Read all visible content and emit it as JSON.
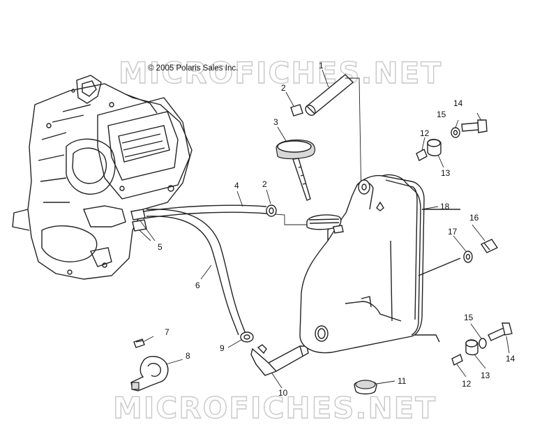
{
  "copyright": "© 2005 Polaris Sales Inc.",
  "watermark": "MICROFICHES.NET",
  "callouts": {
    "c1": "1",
    "c2a": "2",
    "c2b": "2",
    "c3": "3",
    "c4": "4",
    "c5": "5",
    "c6": "6",
    "c7": "7",
    "c8": "8",
    "c9": "9",
    "c10": "10",
    "c11": "11",
    "c12a": "12",
    "c12b": "12",
    "c13a": "13",
    "c13b": "13",
    "c14a": "14",
    "c14b": "14",
    "c15a": "15",
    "c15b": "15",
    "c16": "16",
    "c17": "17",
    "c18": "18"
  }
}
